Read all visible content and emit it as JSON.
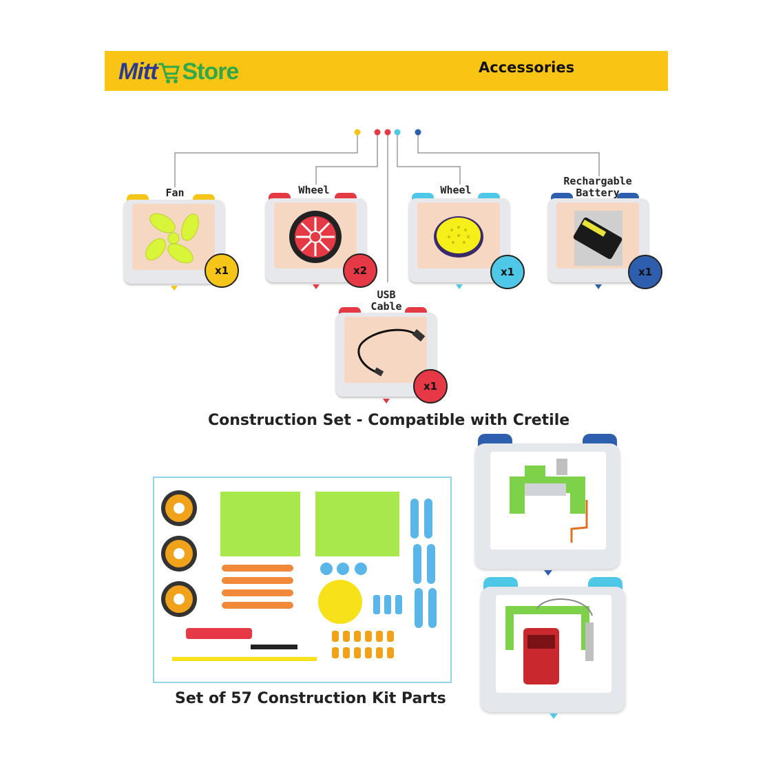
{
  "header": {
    "logo_part1": "Mitt",
    "logo_part2": "Store",
    "title": "Accessories"
  },
  "accessories": [
    {
      "label": "Fan",
      "quantity": "x1",
      "color": "#f5c518"
    },
    {
      "label": "Wheel",
      "quantity": "x2",
      "color": "#e53a45"
    },
    {
      "label": "Wheel",
      "quantity": "x1",
      "color": "#4fc8e8"
    },
    {
      "label": "Rechargable Battery",
      "quantity": "x1",
      "color": "#2e5fae"
    },
    {
      "label": "USB Cable",
      "quantity": "x1",
      "color": "#e53a45"
    }
  ],
  "sections": {
    "construction_title": "Construction Set - Compatible with Cretile",
    "kit_caption": "Set of 57 Construction Kit Parts"
  },
  "colors": {
    "header_bg": "#f9c413",
    "logo_blue": "#2b3a8f",
    "logo_green": "#2ea84a",
    "kit_border": "#8fd3e8"
  }
}
